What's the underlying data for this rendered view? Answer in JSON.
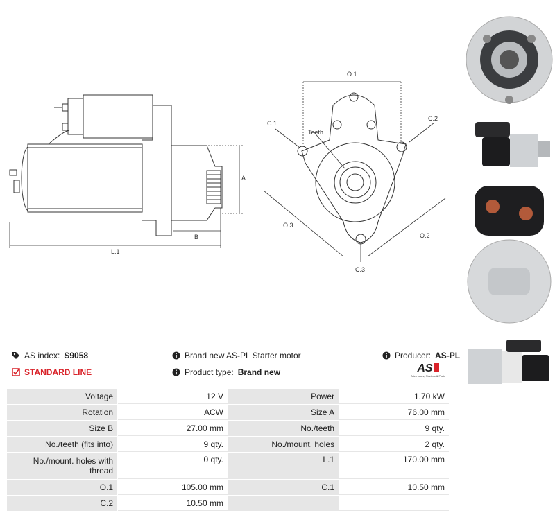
{
  "drawing": {
    "labels": {
      "L1": "L.1",
      "A": "A",
      "B": "B",
      "O1": "O.1",
      "O2": "O.2",
      "O3": "O.3",
      "C1": "C.1",
      "C2": "C.2",
      "C3": "C.3",
      "teeth": "Teeth"
    }
  },
  "info": {
    "as_index_label": "AS index:",
    "as_index_value": "S9058",
    "description": "Brand new AS-PL Starter motor",
    "producer_label": "Producer:",
    "producer_value": "AS-PL",
    "standard_line": "STANDARD LINE",
    "product_type_label": "Product type:",
    "product_type_value": "Brand new",
    "logo_text": "AS",
    "logo_tagline": "Alternators, Starters & Parts"
  },
  "colors": {
    "accent_red": "#d9232a",
    "label_bg": "#e6e6e6"
  },
  "specs": [
    [
      {
        "label": "Voltage",
        "value": "12 V"
      },
      {
        "label": "Power",
        "value": "1.70 kW"
      }
    ],
    [
      {
        "label": "Rotation",
        "value": "ACW"
      },
      {
        "label": "Size A",
        "value": "76.00 mm"
      }
    ],
    [
      {
        "label": "Size B",
        "value": "27.00 mm"
      },
      {
        "label": "No./teeth",
        "value": "9 qty."
      }
    ],
    [
      {
        "label": "No./teeth (fits into)",
        "value": "9 qty."
      },
      {
        "label": "No./mount. holes",
        "value": "2 qty."
      }
    ],
    [
      {
        "label": "No./mount. holes with thread",
        "value": "0 qty."
      },
      {
        "label": "L.1",
        "value": "170.00 mm"
      }
    ],
    [
      {
        "label": "O.1",
        "value": "105.00 mm"
      },
      {
        "label": "C.1",
        "value": "10.50 mm"
      }
    ],
    [
      {
        "label": "C.2",
        "value": "10.50 mm"
      },
      {
        "label": "",
        "value": ""
      }
    ]
  ]
}
